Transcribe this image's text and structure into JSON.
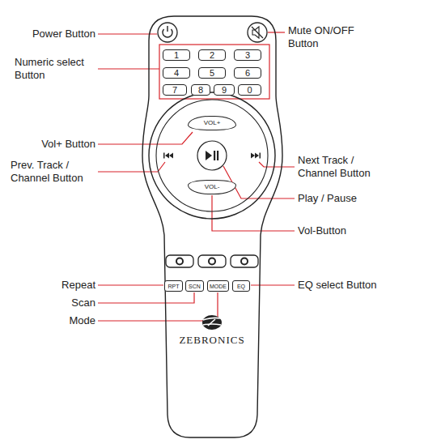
{
  "diagram": {
    "nodes": [
      {
        "text": [
          "ZEBRONICS"
        ]
      },
      {
        "text": [
          "1"
        ],
        "in": 0
      },
      {
        "text": [
          "2"
        ],
        "in": 0
      },
      {
        "text": [
          "3"
        ],
        "in": 0
      },
      {
        "text": [
          "4"
        ],
        "in": 0
      },
      {
        "text": [
          "5"
        ],
        "in": 0
      },
      {
        "text": [
          "6"
        ],
        "in": 0
      },
      {
        "text": [
          "7"
        ],
        "in": 0
      },
      {
        "text": [
          "8"
        ],
        "in": 0
      },
      {
        "text": [
          "9"
        ],
        "in": 0
      },
      {
        "text": [
          "0"
        ],
        "in": 0
      },
      {
        "text": [
          "VOL+"
        ],
        "in": 0
      },
      {
        "text": [
          "VOL-"
        ],
        "in": 0
      },
      {
        "text": [
          "RPT"
        ],
        "in": 0
      },
      {
        "text": [
          "SCN"
        ],
        "in": 0
      },
      {
        "text": [
          "MODE"
        ],
        "in": 0
      },
      {
        "text": [
          "EQ"
        ],
        "in": 0
      }
    ],
    "labels": [
      "Power Button",
      "Mute ON/OFF Button",
      "Numeric select Button",
      "Vol+ Button",
      "Prev. Track / Channel Button",
      "Next Track / Channel Button",
      "Play / Pause",
      "Vol-Button",
      "Repeat",
      "Scan",
      "Mode",
      "EQ select Button"
    ]
  }
}
